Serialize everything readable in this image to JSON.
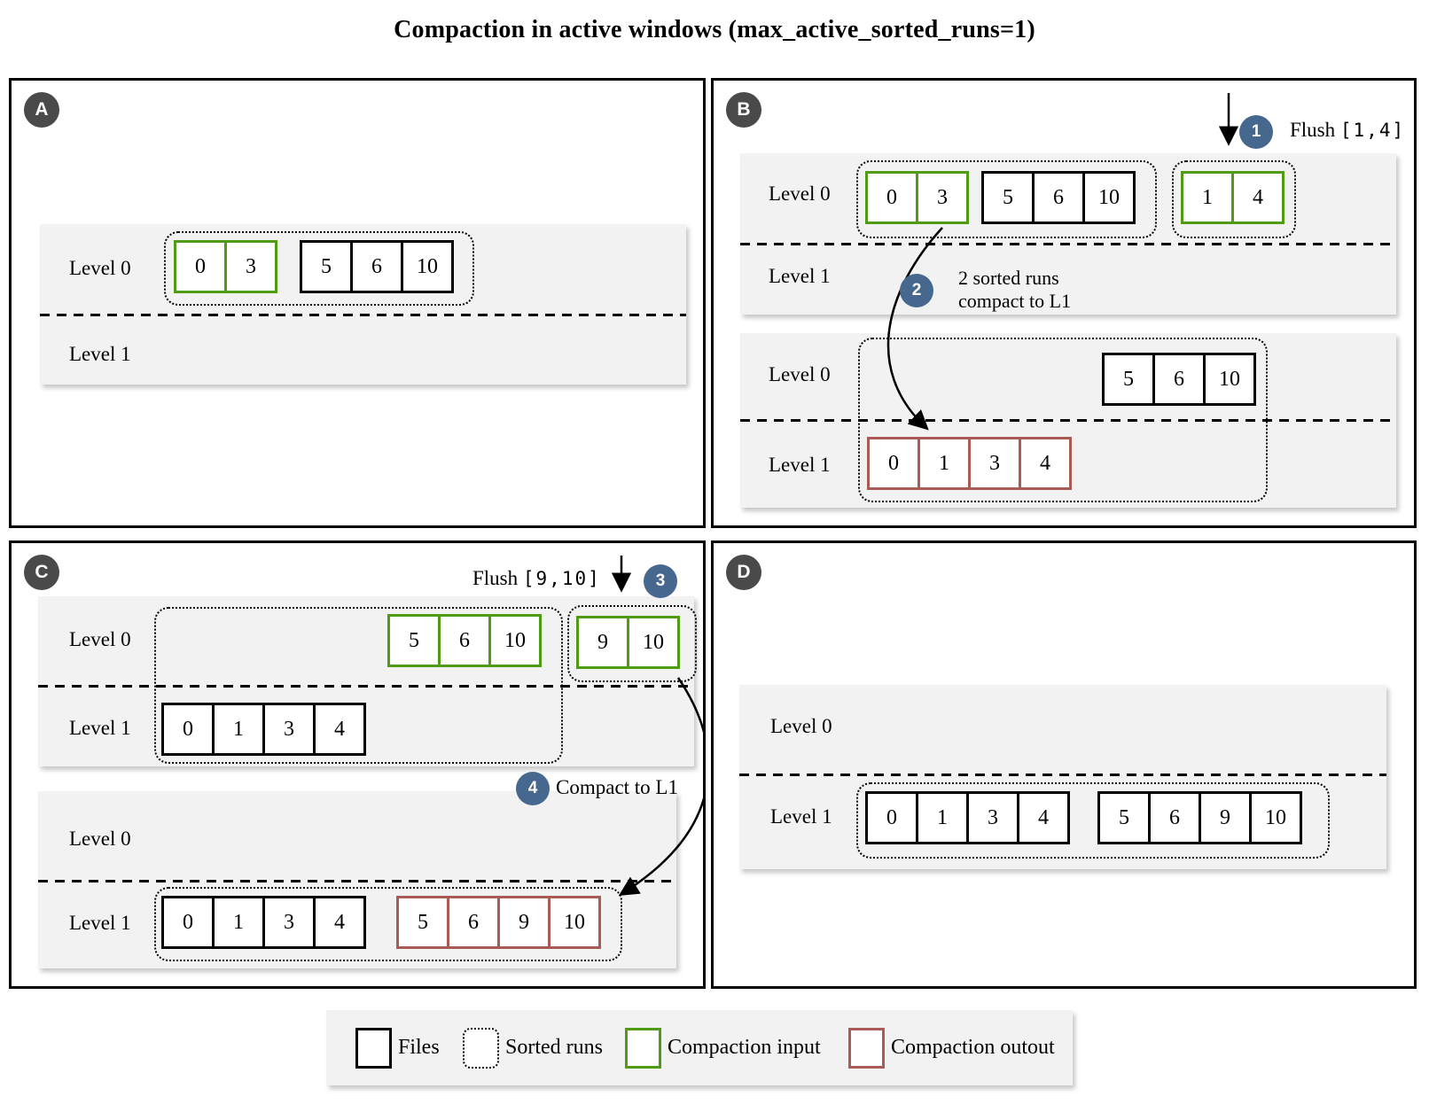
{
  "title": "Compaction in active windows (max_active_sorted_runs=1)",
  "colors": {
    "compaction_input_green": "#4f9b13",
    "compaction_output_red": "#a95b56",
    "step_badge_blue": "#47688e",
    "panel_badge_gray": "#4a4a4a",
    "band_gray": "#f2f2f2"
  },
  "panels": {
    "a": {
      "badge": "A",
      "level0": "Level 0",
      "level1": "Level 1",
      "run_green": [
        "0",
        "3"
      ],
      "run_black": [
        "5",
        "6",
        "10"
      ]
    },
    "b": {
      "badge": "B",
      "step1": {
        "num": "1",
        "label": "Flush",
        "range": "[1,4]"
      },
      "step2": {
        "num": "2",
        "line1": "2 sorted runs",
        "line2": "compact to L1"
      },
      "before": {
        "level0": "Level 0",
        "level1": "Level 1",
        "run_green": [
          "0",
          "3"
        ],
        "run_black": [
          "5",
          "6",
          "10"
        ],
        "flush_green": [
          "1",
          "4"
        ]
      },
      "after": {
        "level0": "Level 0",
        "level1": "Level 1",
        "l0_black": [
          "5",
          "6",
          "10"
        ],
        "l1_red": [
          "0",
          "1",
          "3",
          "4"
        ]
      }
    },
    "c": {
      "badge": "C",
      "step3": {
        "num": "3",
        "label": "Flush",
        "range": "[9,10]"
      },
      "step4": {
        "num": "4",
        "label": "Compact to L1"
      },
      "before": {
        "level0": "Level 0",
        "level1": "Level 1",
        "l0_green": [
          "5",
          "6",
          "10"
        ],
        "flush_green": [
          "9",
          "10"
        ],
        "l1_black": [
          "0",
          "1",
          "3",
          "4"
        ]
      },
      "after": {
        "level0": "Level 0",
        "level1": "Level 1",
        "l1_black": [
          "0",
          "1",
          "3",
          "4"
        ],
        "l1_red": [
          "5",
          "6",
          "9",
          "10"
        ]
      }
    },
    "d": {
      "badge": "D",
      "level0": "Level 0",
      "level1": "Level 1",
      "l1_black_a": [
        "0",
        "1",
        "3",
        "4"
      ],
      "l1_black_b": [
        "5",
        "6",
        "9",
        "10"
      ]
    }
  },
  "legend": {
    "items": [
      {
        "label": "Files",
        "style": "files"
      },
      {
        "label": "Sorted runs",
        "style": "sorted-runs"
      },
      {
        "label": "Compaction input",
        "style": "compaction-input"
      },
      {
        "label": "Compaction outout",
        "style": "compaction-output"
      }
    ]
  }
}
